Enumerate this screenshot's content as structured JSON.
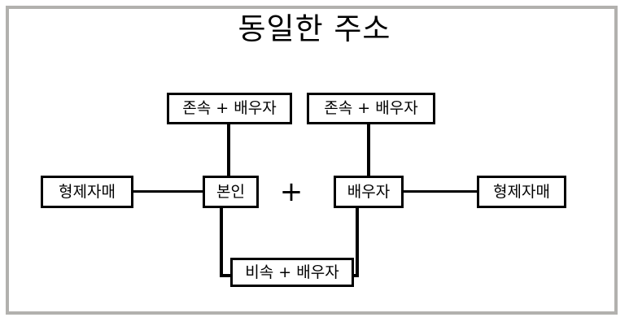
{
  "diagram": {
    "title": "동일한 주소",
    "frame_color": "#b2b1ae",
    "line_color": "#000000",
    "background_color": "#ffffff",
    "operator": "+",
    "nodes": {
      "ascendant_left": "존속 + 배우자",
      "ascendant_right": "존속 + 배우자",
      "sibling_left": "형제자매",
      "self": "본인",
      "spouse": "배우자",
      "sibling_right": "형제자매",
      "descendant": "비속 + 배우자"
    }
  }
}
